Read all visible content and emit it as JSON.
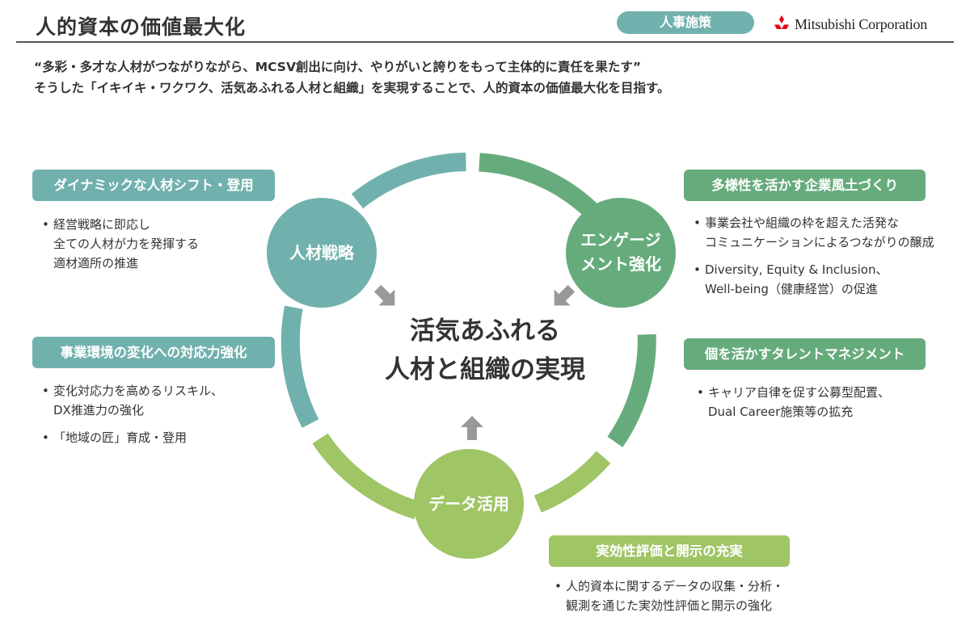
{
  "header": {
    "title": "人的資本の価値最大化",
    "category": "人事施策",
    "logo_text": "Mitsubishi Corporation"
  },
  "intro": {
    "line1": "“多彩・多才な人材がつながりながら、MCSV創出に向け、やりがいと誇りをもって主体的に責任を果たす”",
    "line2": "そうした「イキイキ・ワクワク、活気あふれる人材と組織」を実現することで、人的資本の価値最大化を目指す。"
  },
  "center": {
    "line1": "活気あふれる",
    "line2": "人材と組織の実現"
  },
  "nodes": {
    "strategy": "人材戦略",
    "engagement_line1": "エンゲージ",
    "engagement_line2": "メント強化",
    "data": "データ活用"
  },
  "left_sections": [
    {
      "heading": "ダイナミックな人材シフト・登用",
      "bullets": [
        {
          "lines": [
            "経営戦略に即応し",
            "全ての人材が力を発揮する",
            "適材適所の推進"
          ]
        }
      ]
    },
    {
      "heading": "事業環境の変化への対応力強化",
      "bullets": [
        {
          "lines": [
            "変化対応力を高めるリスキル、",
            "DX推進力の強化"
          ]
        },
        {
          "lines": [
            "「地域の匠」育成・登用"
          ]
        }
      ]
    }
  ],
  "right_sections": [
    {
      "heading": "多様性を活かす企業風土づくり",
      "bullets": [
        {
          "lines": [
            "事業会社や組織の枠を超えた活発な",
            "コミュニケーションによるつながりの醸成"
          ]
        },
        {
          "lines": [
            "Diversity, Equity & Inclusion、",
            "Well-being（健康経営）の促進"
          ]
        }
      ]
    },
    {
      "heading": "個を活かすタレントマネジメント",
      "bullets": [
        {
          "lines": [
            "キャリア自律を促す公募型配置、",
            "Dual Career施策等の拡充"
          ]
        }
      ]
    }
  ],
  "bottom_section": {
    "heading": "実効性評価と開示の充実",
    "bullets": [
      {
        "lines": [
          "人的資本に関するデータの収集・分析・",
          "観測を通じた実効性評価と開示の強化"
        ]
      }
    ]
  },
  "colors": {
    "teal": "#71b1ad",
    "green": "#66ab7c",
    "lime": "#9fc565",
    "arrow": "#999999",
    "logo_red": "#e60012"
  }
}
